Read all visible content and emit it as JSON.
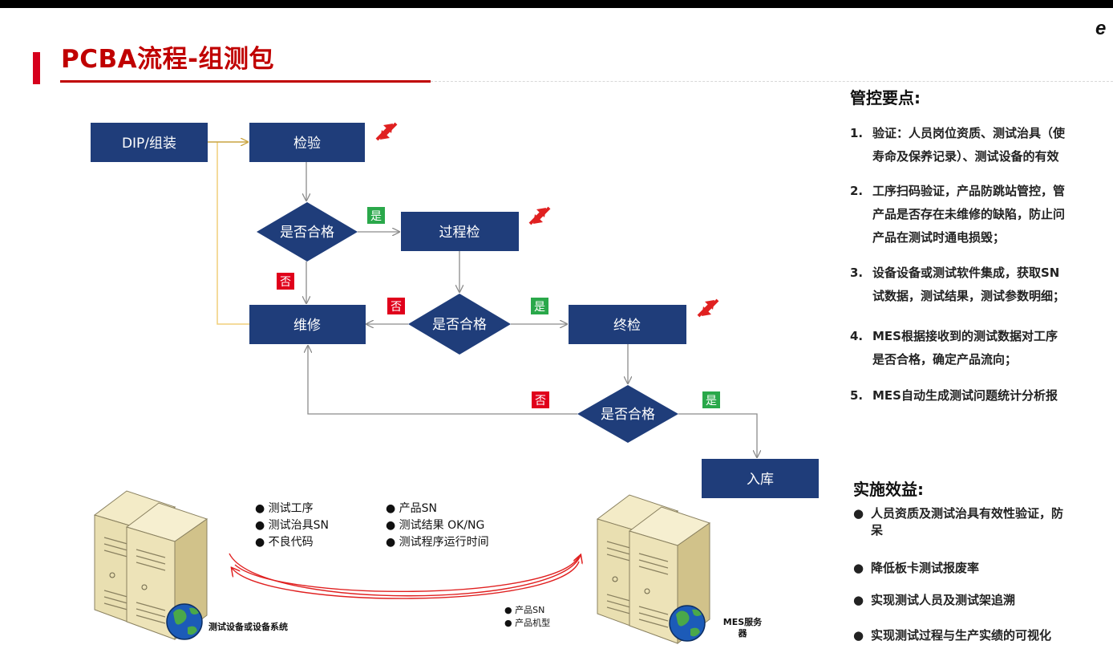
{
  "brand": "e",
  "title": "PCBA流程-组测包",
  "flow": {
    "dip": "DIP/组装",
    "inspect": "检验",
    "process_check": "过程检",
    "repair": "维修",
    "final_check": "终检",
    "warehouse": "入库",
    "decision_label": "是否合格",
    "yes": "是",
    "no": "否"
  },
  "diagram_bottom": {
    "upper_list_left": [
      "测试工序",
      "测试治具SN",
      "不良代码"
    ],
    "upper_list_right": [
      "产品SN",
      "测试结果 OK/NG",
      "测试程序运行时间"
    ],
    "lower_list": [
      "产品SN",
      "产品机型"
    ],
    "test_system_label": "测试设备或设备系统",
    "mes_label": [
      "MES服务",
      "器"
    ]
  },
  "right_panel": {
    "control_title": "管控要点:",
    "points": [
      {
        "num": "1.",
        "lines": [
          "验证：人员岗位资质、测试治具（使",
          "寿命及保养记录）、测试设备的有效"
        ]
      },
      {
        "num": "2.",
        "lines": [
          "工序扫码验证，产品防跳站管控，管",
          "产品是否存在未维修的缺陷，防止问",
          "产品在测试时通电损毁；"
        ]
      },
      {
        "num": "3.",
        "lines": [
          "设备设备或测试软件集成，获取SN",
          "试数据，测试结果，测试参数明细；"
        ]
      },
      {
        "num": "4.",
        "lines": [
          " MES根据接收到的测试数据对工序",
          "是否合格，确定产品流向；"
        ]
      },
      {
        "num": "5.",
        "lines": [
          " MES自动生成测试问题统计分析报"
        ]
      }
    ],
    "benefit_title": "实施效益:",
    "benefits": [
      {
        "lines": [
          "人员资质及测试治具有效性验证，防",
          "呆"
        ]
      },
      {
        "lines": [
          "降低板卡测试报废率"
        ]
      },
      {
        "lines": [
          "实现测试人员及测试架追溯"
        ]
      },
      {
        "lines": [
          "实现测试过程与生产实绩的可视化"
        ]
      }
    ]
  },
  "colors": {
    "box_fill": "#1f3d7a",
    "title_red": "#c00000",
    "yes_green": "#2aa84a",
    "no_red": "#e0001b",
    "connector_gray": "#8c8c8c",
    "loop_yellow": "#f1cf7a",
    "arc_red": "#e02020"
  }
}
